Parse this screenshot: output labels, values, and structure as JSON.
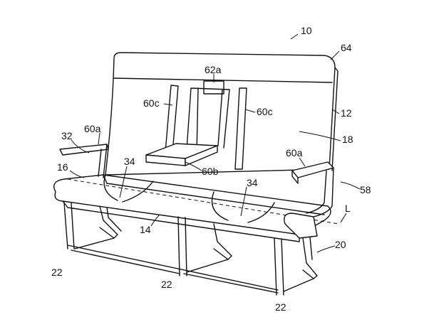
{
  "figure": {
    "labels": {
      "assembly": "10",
      "top_edge": "64",
      "center_slot": "62a",
      "slot_left": "60c",
      "slot_right": "60c",
      "backrest": "12",
      "back_surface": "18",
      "armrest_left": "60a",
      "armrest_right": "60a",
      "arm_left": "32",
      "seat_recess_left": "34",
      "seat_recess_right": "34",
      "seat_front": "16",
      "tray": "60b",
      "arm_right": "58",
      "seat_pan": "14",
      "axis": "L",
      "frame": "20",
      "leg_1": "22",
      "leg_2": "22",
      "leg_3": "22"
    }
  }
}
